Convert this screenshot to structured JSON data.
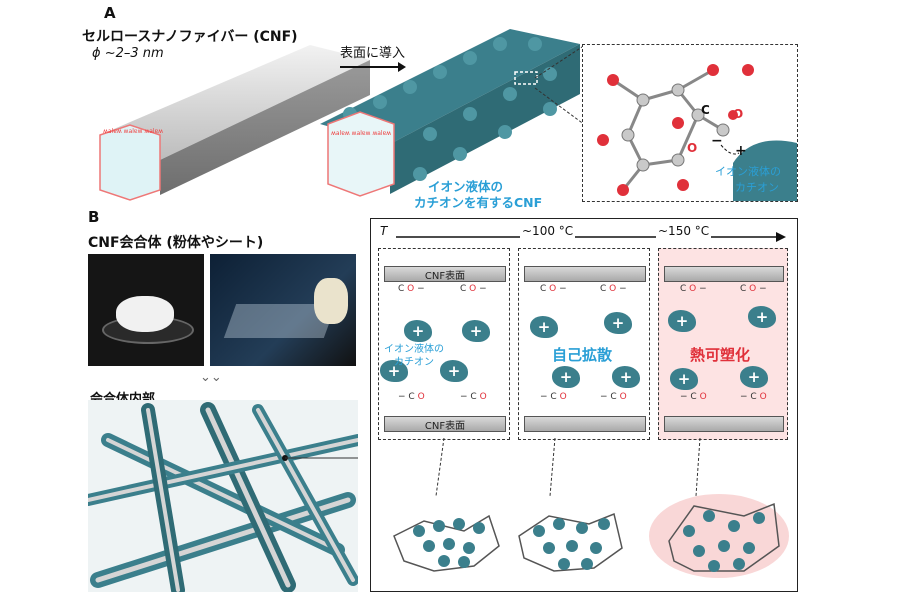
{
  "panelA": {
    "letter": "A",
    "title": "セルロースナノファイバー (CNF)",
    "diameter": "ϕ ~2–3 nm",
    "arrow_label": "表面に導入",
    "cnf_label_line1": "イオン液体の",
    "cnf_label_line2": "カチオンを有するCNF",
    "inset_atom_c": "C",
    "inset_atom_o1": "O",
    "inset_atom_o2": "O",
    "inset_minus": "−",
    "inset_plus": "+",
    "inset_cation_line1": "イオン液体の",
    "inset_cation_line2": "カチオン",
    "strand_text": "ʍalɐʍ ʍalɐʍ ʍalɐʍ"
  },
  "panelB": {
    "letter": "B",
    "title": "CNF会合体 (粉体やシート)",
    "inside_label": "会合体内部",
    "axis_T": "T",
    "temp1": "~100 °C",
    "temp2": "~150 °C",
    "plate_top_label": "CNF表面",
    "plate_bottom_label": "CNF表面",
    "ionic_liquid_label_line1": "イオン液体の",
    "ionic_liquid_label_line2": "カチオン",
    "self_diffusion_label": "自己拡散",
    "thermoplastic_label": "熱可塑化",
    "carboxyl_c": "C",
    "carboxyl_o": "O",
    "minus": "−",
    "plus": "+"
  },
  "colors": {
    "teal": "#3b7f8c",
    "blue_text": "#2a9fd6",
    "red_text": "#e0303a",
    "heat_bg": "#fde3e3",
    "fiber_gray": "#c9c9c9"
  }
}
